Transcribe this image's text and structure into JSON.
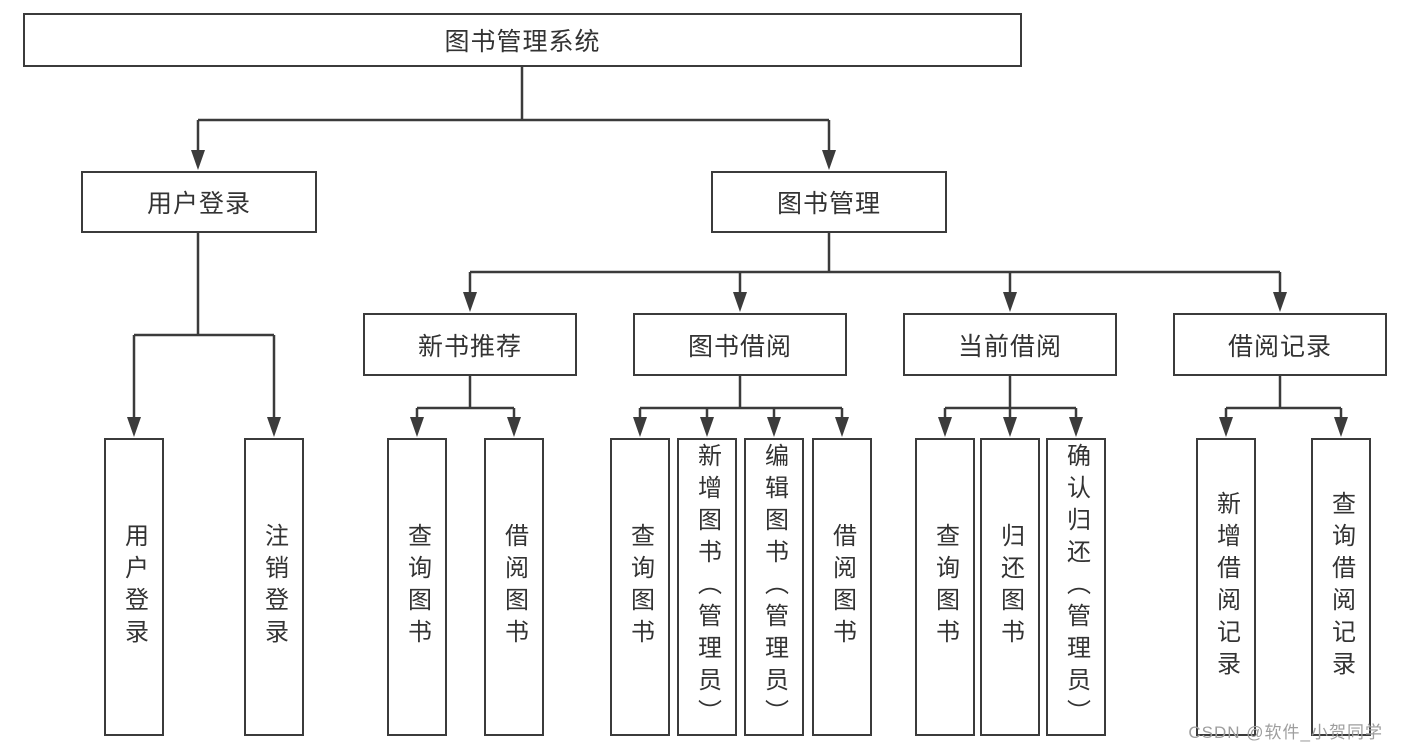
{
  "diagram": {
    "root": {
      "label": "图书管理系统"
    },
    "level2": [
      {
        "label": "用户登录"
      },
      {
        "label": "图书管理"
      }
    ],
    "level3": [
      {
        "label": "新书推荐",
        "parent": "图书管理"
      },
      {
        "label": "图书借阅",
        "parent": "图书管理"
      },
      {
        "label": "当前借阅",
        "parent": "图书管理"
      },
      {
        "label": "借阅记录",
        "parent": "图书管理"
      }
    ],
    "leaves": [
      {
        "label": "用户登录",
        "parent": "用户登录"
      },
      {
        "label": "注销登录",
        "parent": "用户登录"
      },
      {
        "label": "查询图书",
        "parent": "新书推荐"
      },
      {
        "label": "借阅图书",
        "parent": "新书推荐"
      },
      {
        "label": "查询图书",
        "parent": "图书借阅"
      },
      {
        "label": "新增图书（管理员）",
        "parent": "图书借阅"
      },
      {
        "label": "编辑图书（管理员）",
        "parent": "图书借阅"
      },
      {
        "label": "借阅图书",
        "parent": "图书借阅"
      },
      {
        "label": "查询图书",
        "parent": "当前借阅"
      },
      {
        "label": "归还图书",
        "parent": "当前借阅"
      },
      {
        "label": "确认归还（管理员）",
        "parent": "当前借阅"
      },
      {
        "label": "新增借阅记录",
        "parent": "借阅记录"
      },
      {
        "label": "查询借阅记录",
        "parent": "借阅记录"
      }
    ],
    "watermark": "CSDN @软件_小贺同学"
  },
  "colors": {
    "line": "#3b3b3b",
    "text": "#333333",
    "watermark": "#9e9e9e"
  }
}
